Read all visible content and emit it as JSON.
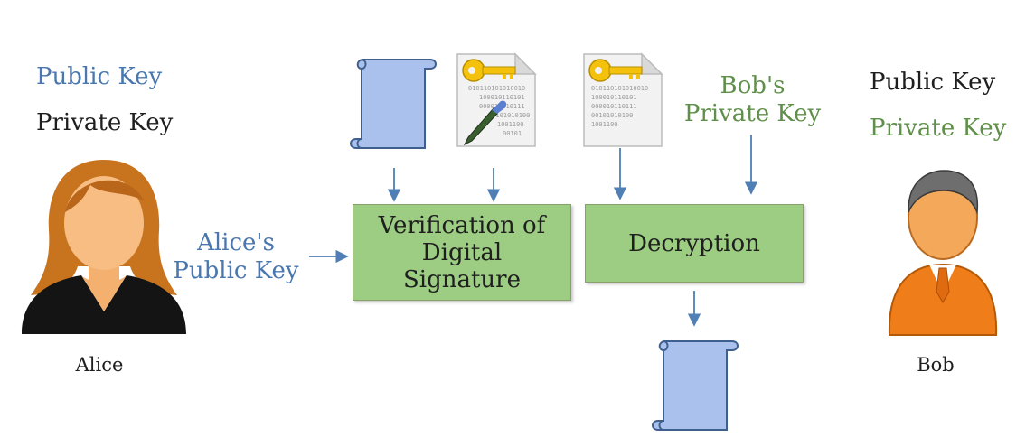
{
  "alice": {
    "public_key": "Public Key",
    "private_key": "Private Key",
    "name": "Alice",
    "public_key_label": "Alice's\nPublic Key"
  },
  "bob": {
    "public_key": "Public Key",
    "private_key": "Private Key",
    "name": "Bob",
    "private_key_label": "Bob's\nPrivate Key"
  },
  "process": {
    "verify_box": "Verification of\nDigital\nSignature",
    "decrypt_box": "Decryption"
  },
  "certificate_bits": {
    "lines": [
      "010110101010010",
      "100010110101",
      "000010110111",
      "00101010100",
      "1001100",
      "00101"
    ]
  },
  "colors": {
    "blue_text": "#4a78ae",
    "green_text": "#5f8f4a",
    "box_fill": "#9ccd82",
    "scroll_fill": "#a9c1ec",
    "arrow": "#4f7fb5"
  }
}
